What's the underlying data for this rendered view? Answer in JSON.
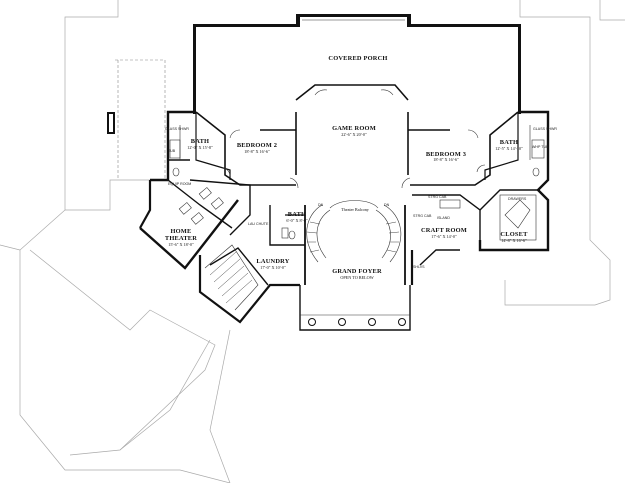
{
  "plan": {
    "rooms": [
      {
        "id": "covered-porch",
        "name": "COVERED PORCH",
        "dims": ""
      },
      {
        "id": "game-room",
        "name": "GAME ROOM",
        "dims": "22'-6\" X 20'-0\""
      },
      {
        "id": "bedroom-2",
        "name": "BEDROOM 2",
        "dims": "18'-8\" X 16'-6\""
      },
      {
        "id": "bedroom-3",
        "name": "BEDROOM 3",
        "dims": "18'-8\" X 16'-6\""
      },
      {
        "id": "bath-left",
        "name": "BATH",
        "dims": "12'-0\" X 15'-8\""
      },
      {
        "id": "bath-right",
        "name": "BATH",
        "dims": "12'-5\" X 14'-10\""
      },
      {
        "id": "bath-center",
        "name": "BATH",
        "dims": "6'-0\" X 8'-0\""
      },
      {
        "id": "home-theater",
        "name": "HOME THEATER",
        "dims": "15'-6\" X 18'-0\""
      },
      {
        "id": "laundry",
        "name": "LAUNDRY",
        "dims": "17'-0\" X 10'-0\""
      },
      {
        "id": "grand-foyer",
        "name": "GRAND FOYER",
        "dims": "OPEN TO BELOW"
      },
      {
        "id": "craft-room",
        "name": "CRAFT ROOM",
        "dims": "17'-6\" X 14'-0\""
      },
      {
        "id": "closet",
        "name": "CLOSET",
        "dims": "14'-8\" X 16'-6\""
      }
    ],
    "notes": {
      "theater_balcony": "Theater Balcony",
      "glass_shwr": "GLASS SHWR",
      "tub": "TUB",
      "equip_room": "EQUIP ROOM",
      "lau_chute": "LAU CHUTE",
      "stor_cab_1": "STRG CAB",
      "stor_cab_2": "STRG CAB",
      "island": "ISLAND",
      "shlvs": "SHLVS",
      "dn": "DN",
      "whp_tub": "WHP TUB",
      "drawers": "DRAWERS"
    }
  }
}
